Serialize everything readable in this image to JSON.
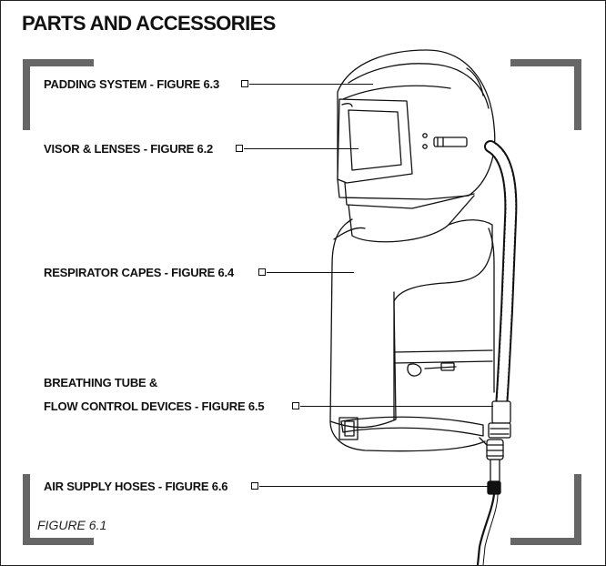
{
  "page": {
    "title": "PARTS AND ACCESSORIES",
    "figure_caption": "FIGURE 6.1"
  },
  "callouts": [
    {
      "id": "padding",
      "label": "PADDING SYSTEM - FIGURE 6.3"
    },
    {
      "id": "visor",
      "label": "VISOR & LENSES - FIGURE 6.2"
    },
    {
      "id": "capes",
      "label": "RESPIRATOR CAPES - FIGURE 6.4"
    },
    {
      "id": "tube",
      "label_line1": "BREATHING TUBE &",
      "label_line2": "FLOW CONTROL DEVICES - FIGURE 6.5"
    },
    {
      "id": "hoses",
      "label": "AIR SUPPLY HOSES - FIGURE 6.6"
    }
  ],
  "colors": {
    "frame_corner": "#666666",
    "ink": "#111111"
  }
}
